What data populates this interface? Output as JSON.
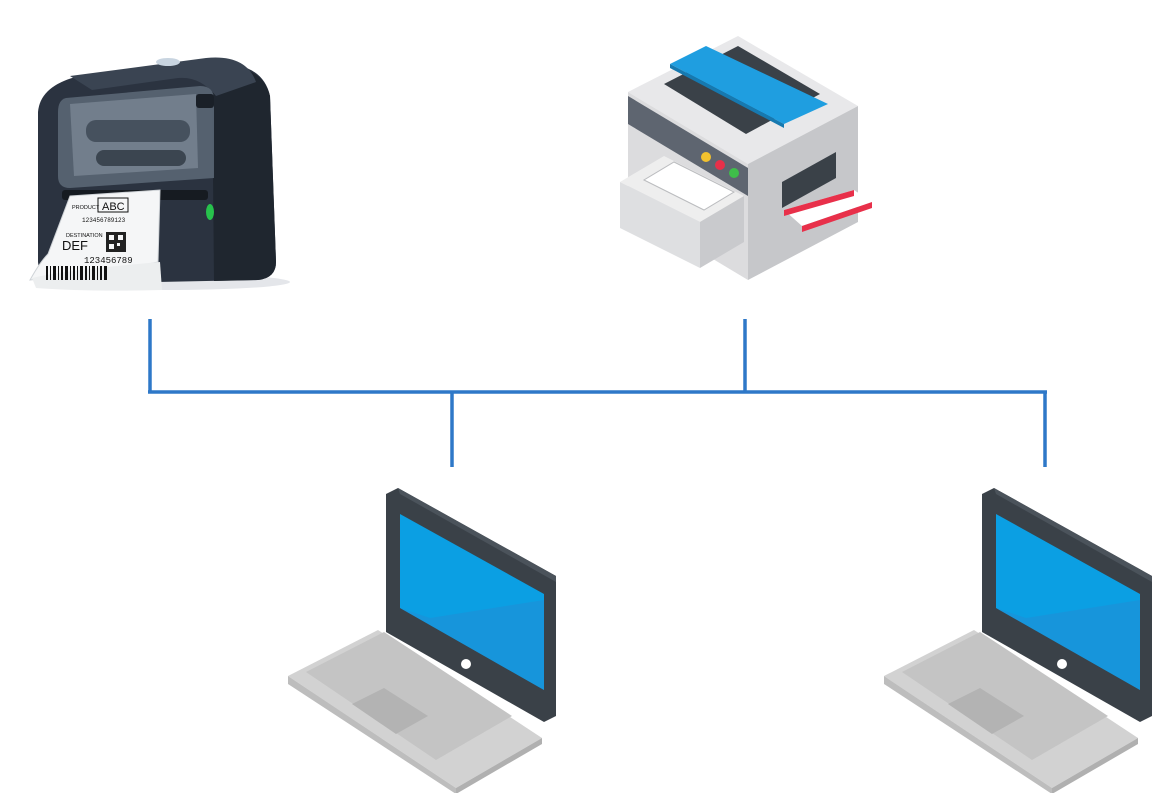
{
  "nodes": [
    {
      "id": "label-printer",
      "kind": "label-printer-icon",
      "label_text": {
        "product": "PRODUCT",
        "box": "ABC",
        "dest_title": "DESTINATION",
        "dest": "DEF",
        "number": "123456789123",
        "barcode_number": "123456789"
      }
    },
    {
      "id": "copier",
      "kind": "copier-printer-icon"
    },
    {
      "id": "laptop-left",
      "kind": "laptop-icon"
    },
    {
      "id": "laptop-right",
      "kind": "laptop-icon"
    }
  ],
  "connections": [
    {
      "from": "label-printer",
      "to": "network-bus"
    },
    {
      "from": "copier",
      "to": "network-bus"
    },
    {
      "from": "network-bus",
      "to": "laptop-left"
    },
    {
      "from": "network-bus",
      "to": "laptop-right"
    }
  ],
  "colors": {
    "link": "#2e78c8",
    "screen": "#0b9fe3",
    "screen_dark": "#1f8fd6",
    "laptop_frame": "#3a4148",
    "laptop_base": "#d2d2d2",
    "copier_lid": "#1f9ee0",
    "printer_body": "#2b3340",
    "paper_red": "#e8304a"
  }
}
